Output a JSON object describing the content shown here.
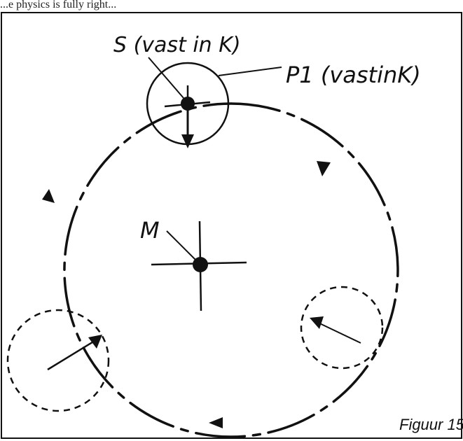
{
  "top_text": "...e physics is fully right...",
  "labels": {
    "s": "S (vast in K)",
    "p1": "P1 (vastinK)",
    "m": "M"
  },
  "caption": "Figuur 15",
  "colors": {
    "ink": "#111111",
    "background": "#ffffff"
  }
}
